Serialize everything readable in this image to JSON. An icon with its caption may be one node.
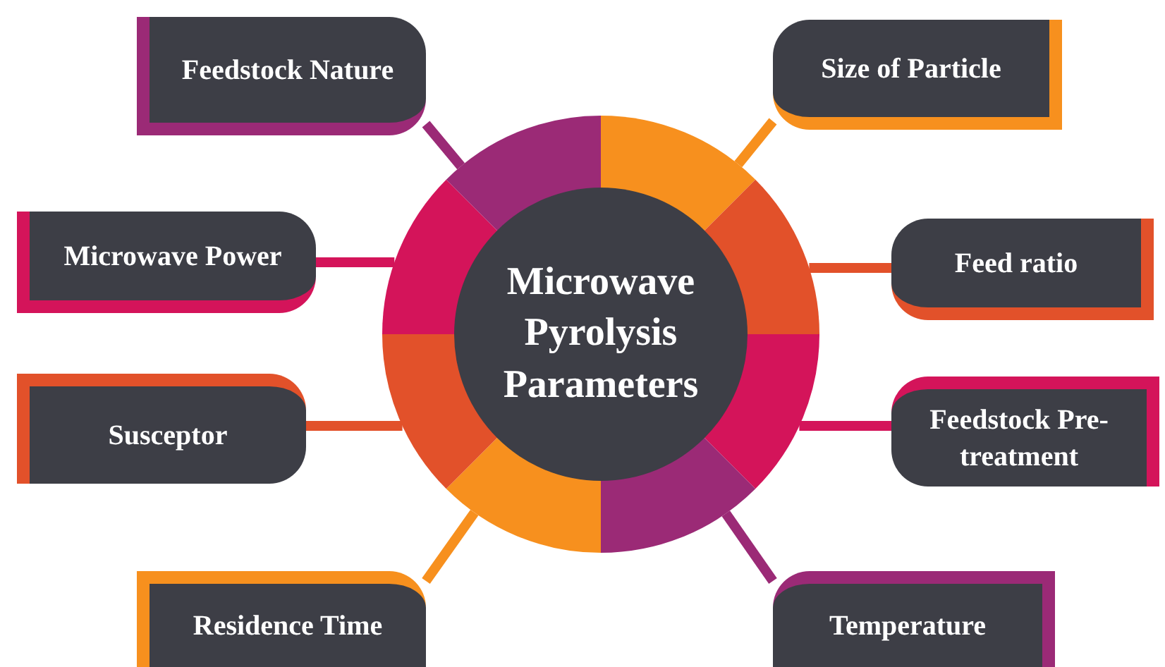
{
  "diagram": {
    "nodes": [
      {
        "text": [
          "Microwave Pyrolysis Parameters"
        ]
      },
      {
        "text": [
          "Feedstock Nature"
        ]
      },
      {
        "text": [
          "Size of Particle"
        ]
      },
      {
        "text": [
          "Microwave Power"
        ]
      },
      {
        "text": [
          "Feed ratio"
        ]
      },
      {
        "text": [
          "Susceptor"
        ]
      },
      {
        "text": [
          "Feedstock Pre-treatment"
        ]
      },
      {
        "text": [
          "Residence Time"
        ]
      },
      {
        "text": [
          "Temperature"
        ]
      }
    ],
    "edges": [
      {
        "from": 0,
        "to": 1,
        "arrow": "none",
        "color": "#9b2a76"
      },
      {
        "from": 0,
        "to": 2,
        "arrow": "none",
        "color": "#f7901e"
      },
      {
        "from": 0,
        "to": 3,
        "arrow": "none",
        "color": "#d4145a"
      },
      {
        "from": 0,
        "to": 4,
        "arrow": "none",
        "color": "#e2512a"
      },
      {
        "from": 0,
        "to": 5,
        "arrow": "none",
        "color": "#e2512a"
      },
      {
        "from": 0,
        "to": 6,
        "arrow": "none",
        "color": "#d4145a"
      },
      {
        "from": 0,
        "to": 7,
        "arrow": "none",
        "color": "#f7901e"
      },
      {
        "from": 0,
        "to": 8,
        "arrow": "none",
        "color": "#9b2a76"
      }
    ]
  }
}
